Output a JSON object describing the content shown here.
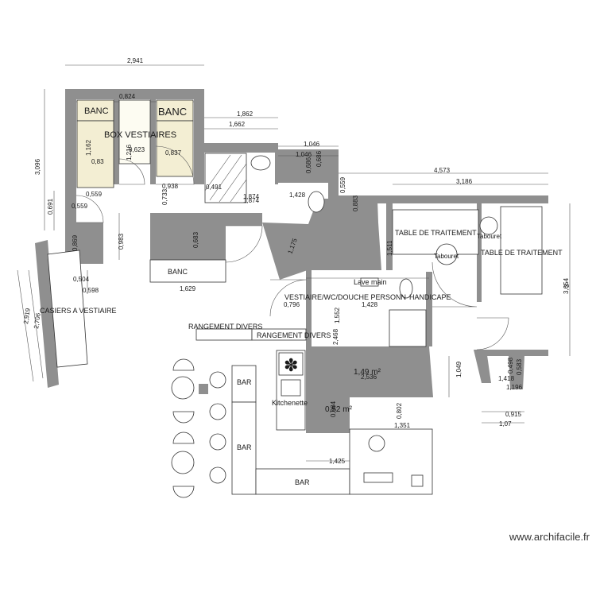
{
  "rooms": {
    "box_vestiaires": "BOX VESTIAIRES",
    "banc_1": "BANC",
    "banc_2": "BANC",
    "banc_3": "BANC",
    "casiers": "CASIERS A VESTIAIRE",
    "rangement_1": "RANGEMENT DIVERS",
    "rangement_2": "RANGEMENT DIVERS",
    "vestiaire_wc": "VESTIAIRE/WC/DOUCHE PERSONN",
    "handicape": "HANDICAPE",
    "lave_main": "Lave main",
    "table_traitement_1": "TABLE DE TRAITEMENT",
    "table_traitement_2": "TABLE DE TRAITEMENT",
    "tabouret_1": "Tabouret",
    "tabouret_2": "Tabouret",
    "bar_1": "BAR",
    "bar_2": "BAR",
    "bar_3": "BAR",
    "kitchenette": "Kitchenette",
    "area_1": "1,49 m²",
    "area_2": "0,52 m²"
  },
  "dimensions": {
    "d_2941": "2,941",
    "d_0824": "0,824",
    "d_3096": "3,096",
    "d_1862": "1,862",
    "d_1662": "1,662",
    "d_1046a": "1,046",
    "d_1046b": "1,046",
    "d_0686a": "0,686",
    "d_0686b": "0,686",
    "d_4573": "4,573",
    "d_3186": "3,186",
    "d_1162": "1,162",
    "d_1216": "1,216",
    "d_0623": "0,623",
    "d_0837": "0,837",
    "d_083": "0,83",
    "d_0491": "0,491",
    "d_1874a": "1,874",
    "d_1874b": "1,874",
    "d_1428a": "1,428",
    "d_0559a": "0,559",
    "d_0559b": "0,559",
    "d_0559c": "0,559",
    "d_0733": "0,733",
    "d_0938": "0,938",
    "d_0691": "0,691",
    "d_0883": "0,883",
    "d_0869": "0,869",
    "d_0983": "0,983",
    "d_0683": "0,683",
    "d_1175": "1,175",
    "d_1511": "1,511",
    "d_0504": "0,504",
    "d_0598": "0,598",
    "d_1629": "1,629",
    "d_2919": "2,919",
    "d_2706": "2,706",
    "d_0796": "0,796",
    "d_1428b": "1,428",
    "d_1552": "1,552",
    "d_2468": "2,468",
    "d_3654": "3,654",
    "d_3": "3",
    "d_1049": "1,049",
    "d_0583": "0,583",
    "d_0498": "0,498",
    "d_1418": "1,418",
    "d_1196": "1,196",
    "d_2536": "2,536",
    "d_0915": "0,915",
    "d_107": "1,07",
    "d_0802": "0,802",
    "d_1351": "1,351",
    "d_0984": "0,984",
    "d_1425": "1,425"
  },
  "watermark": "www.archifacile.fr"
}
